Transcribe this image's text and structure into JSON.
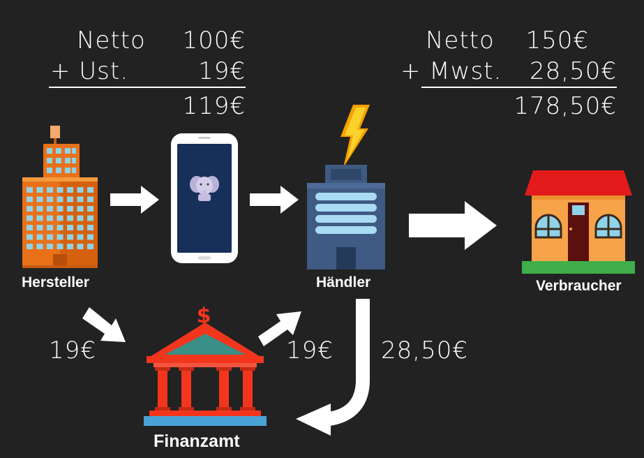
{
  "left_calc": {
    "row1_label": "Netto",
    "row1_value": "100€",
    "row2_label": "+ Ust.",
    "row2_value": "19€",
    "total": "119€"
  },
  "right_calc": {
    "row1_label": "Netto",
    "row1_value": "150€",
    "row2_label": "+ Mwst.",
    "row2_value": "28,50€",
    "total": "178,50€"
  },
  "nodes": {
    "manufacturer": "Hersteller",
    "dealer": "Händler",
    "consumer": "Verbraucher",
    "tax_office": "Finanzamt"
  },
  "flows": {
    "manufacturer_tax": "19€",
    "tax_to_dealer": "19€",
    "dealer_tax": "28,50€"
  },
  "colors": {
    "background": "#222222",
    "building_orange": "#e8711a",
    "phone_screen": "#17305a",
    "dealer_building": "#3f5a83",
    "house_roof": "#e31b1b",
    "house_wall": "#f7a34a",
    "temple_red": "#f2361e",
    "temple_teal": "#3a8f86",
    "base_blue": "#4aa3d6"
  },
  "icons": {
    "manufacturer": "factory-building-icon",
    "product": "smartphone-icon",
    "dealer": "office-building-icon",
    "consumer": "house-icon",
    "tax_office": "bank-building-icon",
    "lightning": "lightning-bolt-icon"
  }
}
